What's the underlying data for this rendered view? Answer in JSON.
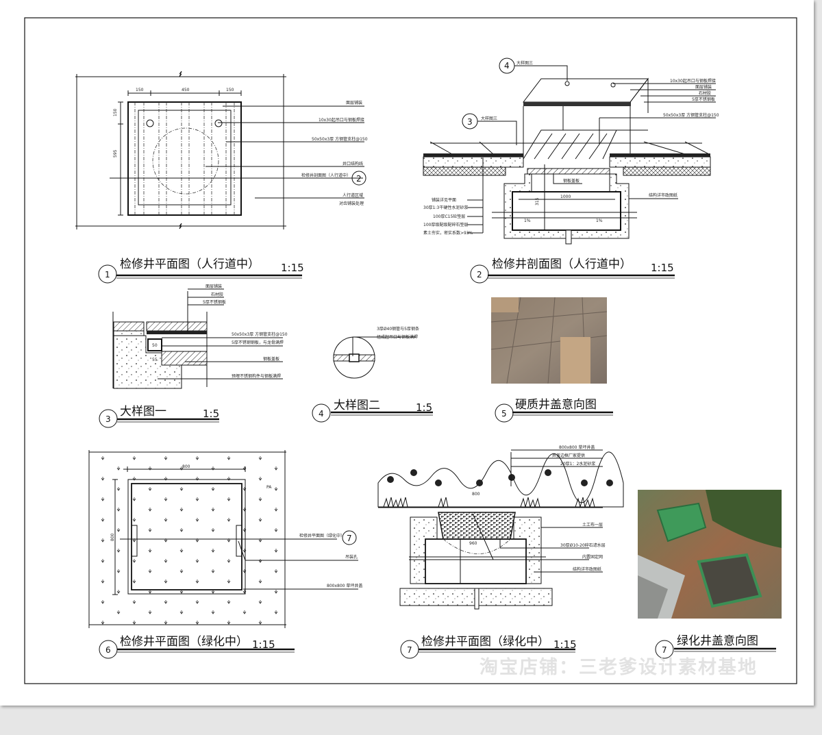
{
  "watermark": "淘宝店铺：三老爹设计素材基地",
  "drawings": [
    {
      "number": "1",
      "title": "检修井平面图（人行道中）",
      "scale": "1:15",
      "dims": [
        "150",
        "450",
        "150",
        "150",
        "595"
      ],
      "labels": [
        "面层铺装",
        "10x30起吊口与钢板焊接",
        "50x50x3厚 方钢管支柱@150",
        "井口结构线",
        "检修井剖面图（人行道中）",
        "人行道区域",
        "对齿铺装处理"
      ],
      "ref": "2"
    },
    {
      "number": "2",
      "title": "检修井剖面图（人行道中）",
      "scale": "1:15",
      "callouts": [
        {
          "num": "4",
          "text": "大样图三"
        },
        {
          "num": "3",
          "text": "大样图三"
        }
      ],
      "labels_right": [
        "10x30起吊口与钢板焊接",
        "面层铺装",
        "石材胶",
        "5厚不锈钢板",
        "50x50x3厚 方钢管支柱@150"
      ],
      "labels_left": [
        "铺装详见平面",
        "30厚1:3干硬性水泥砂浆",
        "100厚C15砼垫层",
        "100厚级配级配碎石垫层",
        "素土夯实，密实系数>93%"
      ],
      "cover_label": "钢板盖板",
      "structure_label": "结构详市政图纸",
      "dim": "1000",
      "dim_v": "315",
      "slope": "1%"
    },
    {
      "number": "3",
      "title": "大样图一",
      "scale": "1:5",
      "labels": [
        "面层铺装",
        "石材胶",
        "5厚不锈钢板",
        "50x50x3厚 方钢管支柱@150",
        "5厚不锈钢钢板，与龙骨满焊",
        "钢板盖板",
        "预埋不锈钢构件与钢板满焊"
      ],
      "dims": [
        "50",
        "55"
      ]
    },
    {
      "number": "4",
      "title": "大样图二",
      "scale": "1:5",
      "labels": [
        "3厚Ø40钢管与5厚钢条",
        "组成起吊口与钢板满焊"
      ]
    },
    {
      "number": "5",
      "title": "硬质井盖意向图"
    },
    {
      "number": "6",
      "title": "检修井平面图（绿化中）",
      "scale": "1:15",
      "dims": [
        "800",
        "800"
      ],
      "zone": "PA",
      "labels": [
        "检修井平面图（绿化中）",
        "吊装孔",
        "800x800 草坪井盖"
      ],
      "ref": "7"
    },
    {
      "number": "7",
      "title": "检修井平面图（绿化中）",
      "scale": "1:15",
      "labels": [
        "800x800 草坪井盖",
        "井盖边框厂家提供",
        "20厚1：2水泥砂浆",
        "土工布一层",
        "30厚Ø10-20碎石滤水层",
        "内置固定网",
        "结构详市政图纸"
      ],
      "dims": [
        "800",
        "960"
      ]
    },
    {
      "number": "7",
      "title": "绿化井盖意向图"
    }
  ]
}
